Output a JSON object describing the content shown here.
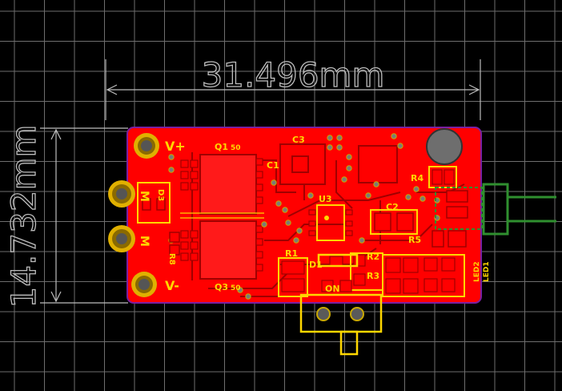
{
  "dimensions": {
    "width_label": "31.496mm",
    "height_label": "14.732mm"
  },
  "silkscreen": {
    "v_plus": "V+",
    "v_minus": "V-",
    "m_top": "M",
    "m_bottom": "M",
    "q1": "Q1",
    "q3": "Q3",
    "q_top_small": "50",
    "q_bot_small": "50",
    "c1": "C1",
    "c2": "C2",
    "c3": "C3",
    "u3": "U3",
    "r1": "R1",
    "r2": "R2",
    "r3": "R3",
    "r4": "R4",
    "r5": "R5",
    "r8": "R8",
    "d1": "D1",
    "d3": "D3",
    "on": "ON",
    "led2": "LED2",
    "led1": "LED1"
  },
  "colors": {
    "background": "#000000",
    "grid": "#6e6e6e",
    "board": "#ff0000",
    "board_outline": "#7a1fa2",
    "silkscreen": "#ffd700",
    "trace_dark": "#a00000",
    "pad_gold": "#e0b000",
    "mounting_hole": "#6e6e6e",
    "connector_green": "#2f8f2f",
    "dimension": "#bdbdbd"
  }
}
